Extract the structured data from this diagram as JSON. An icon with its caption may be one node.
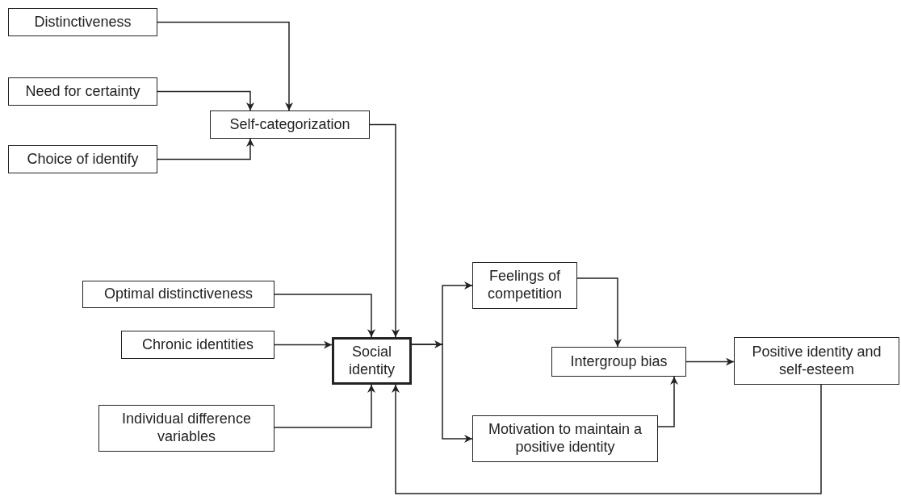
{
  "diagram": {
    "nodes": [
      {
        "text": [
          "Distinctiveness"
        ]
      },
      {
        "text": [
          "Need for certainty"
        ]
      },
      {
        "text": [
          "Self-categorization"
        ]
      },
      {
        "text": [
          "Choice of identify"
        ]
      },
      {
        "text": [
          "Optimal distinctiveness"
        ]
      },
      {
        "text": [
          "Feelings of competition"
        ]
      },
      {
        "text": [
          "Chronic identities"
        ]
      },
      {
        "text": [
          "Social identity"
        ]
      },
      {
        "text": [
          "Intergroup bias"
        ]
      },
      {
        "text": [
          "Positive identity and self-esteem"
        ]
      },
      {
        "text": [
          "Individual difference variables"
        ]
      },
      {
        "text": [
          "Motivation to maintain a positive identity"
        ]
      }
    ],
    "edges": [
      {
        "from": 0,
        "to": 2,
        "arrow": "to"
      },
      {
        "from": 1,
        "to": 2,
        "arrow": "to"
      },
      {
        "from": 3,
        "to": 2,
        "arrow": "to"
      },
      {
        "from": 2,
        "to": 7,
        "arrow": "to"
      },
      {
        "from": 4,
        "to": 7,
        "arrow": "to"
      },
      {
        "from": 6,
        "to": 7,
        "arrow": "to"
      },
      {
        "from": 10,
        "to": 7,
        "arrow": "to"
      },
      {
        "from": 9,
        "to": 7,
        "arrow": "to"
      },
      {
        "from": 7,
        "to": 5,
        "arrow": "to"
      },
      {
        "from": 7,
        "to": 11,
        "arrow": "to"
      },
      {
        "from": 5,
        "to": 8,
        "arrow": "to"
      },
      {
        "from": 11,
        "to": 8,
        "arrow": "to"
      },
      {
        "from": 8,
        "to": 9,
        "arrow": "to"
      }
    ]
  }
}
